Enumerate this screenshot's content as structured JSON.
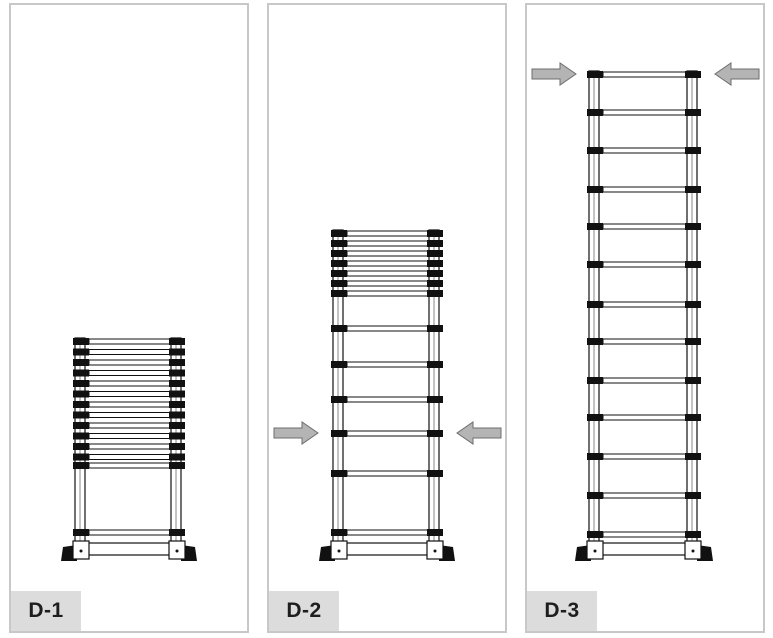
{
  "panels": [
    {
      "id": "d1",
      "label": "D-1"
    },
    {
      "id": "d2",
      "label": "D-2"
    },
    {
      "id": "d3",
      "label": "D-3"
    }
  ],
  "colors": {
    "border": "#c8c8c8",
    "label_bg": "#dcdcdc",
    "arrow": "#b4b4b4",
    "ink": "#111111"
  }
}
